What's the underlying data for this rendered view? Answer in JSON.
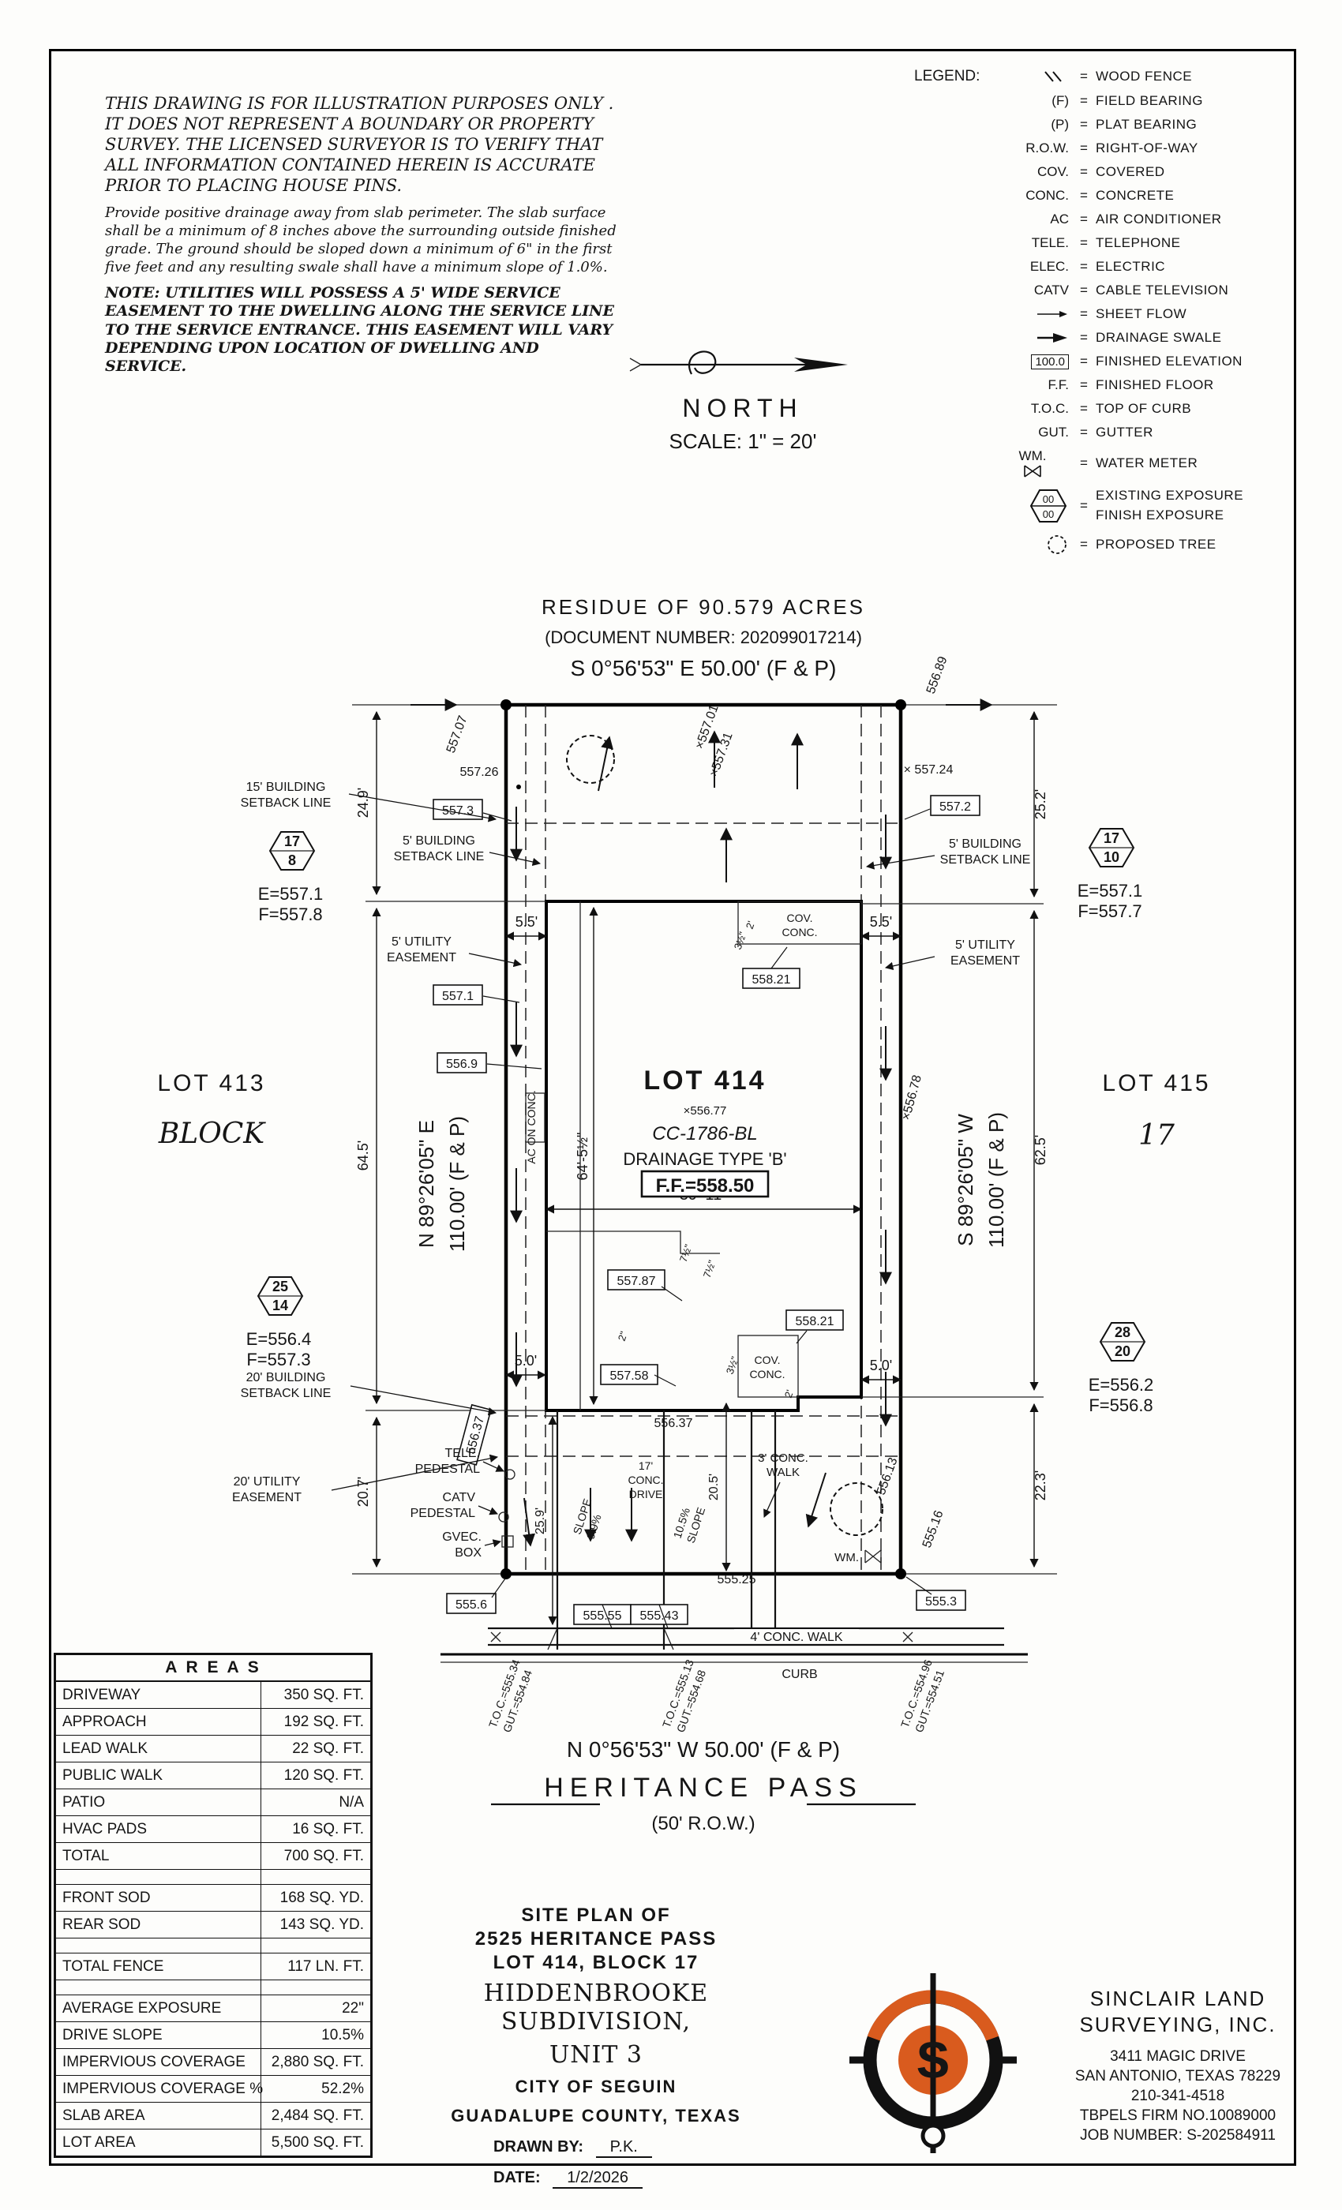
{
  "colors": {
    "orange": "#D95B1E",
    "ink": "#111111"
  },
  "disclaimer": {
    "para1": "THIS DRAWING IS FOR ILLUSTRATION PURPOSES ONLY . IT DOES NOT REPRESENT A BOUNDARY OR PROPERTY SURVEY. THE LICENSED SURVEYOR IS TO VERIFY THAT ALL INFORMATION CONTAINED HEREIN IS ACCURATE PRIOR TO PLACING HOUSE PINS.",
    "para2": "Provide positive drainage away from slab perimeter. The slab surface shall be a minimum of 8 inches above the surrounding outside finished grade. The ground should be sloped down a minimum of 6\" in the first five feet and any resulting swale shall have a minimum slope of 1.0%.",
    "para3": "NOTE: UTILITIES WILL POSSESS A 5' WIDE SERVICE EASEMENT TO THE DWELLING ALONG THE SERVICE LINE TO THE SERVICE ENTRANCE. THIS EASEMENT WILL VARY DEPENDING UPON LOCATION OF DWELLING AND SERVICE."
  },
  "legend": {
    "title": "LEGEND:",
    "eq": "=",
    "items": [
      {
        "desc": "WOOD FENCE"
      },
      {
        "abbr": "(F)",
        "desc": "FIELD BEARING"
      },
      {
        "abbr": "(P)",
        "desc": "PLAT BEARING"
      },
      {
        "abbr": "R.O.W.",
        "desc": "RIGHT-OF-WAY"
      },
      {
        "abbr": "COV.",
        "desc": "COVERED"
      },
      {
        "abbr": "CONC.",
        "desc": "CONCRETE"
      },
      {
        "abbr": "AC",
        "desc": "AIR CONDITIONER"
      },
      {
        "abbr": "TELE.",
        "desc": "TELEPHONE"
      },
      {
        "abbr": "ELEC.",
        "desc": "ELECTRIC"
      },
      {
        "abbr": "CATV",
        "desc": "CABLE TELEVISION"
      },
      {
        "desc": "SHEET FLOW"
      },
      {
        "desc": "DRAINAGE SWALE"
      },
      {
        "abbr": "100.0",
        "desc": "FINISHED ELEVATION"
      },
      {
        "abbr": "F.F.",
        "desc": "FINISHED FLOOR"
      },
      {
        "abbr": "T.O.C.",
        "desc": "TOP OF CURB"
      },
      {
        "abbr": "GUT.",
        "desc": "GUTTER"
      },
      {
        "abbr": "WM.",
        "desc": "WATER METER"
      },
      {
        "abbr": "00",
        "abbr2": "00",
        "desc": "EXISTING EXPOSURE",
        "desc2": "FINISH EXPOSURE"
      },
      {
        "desc": "PROPOSED TREE"
      }
    ]
  },
  "north": {
    "label": "NORTH",
    "scale": "SCALE: 1\" = 20'"
  },
  "plan": {
    "residue": "RESIDUE OF 90.579 ACRES",
    "docnum": "(DOCUMENT NUMBER: 202099017214)",
    "bearing_top": "S 0°56'53\" E 50.00' (F & P)",
    "bearing_bottom": "N 0°56'53\" W 50.00' (F & P)",
    "bearing_left1": "N 89°26'05\" E",
    "bearing_left2": "110.00' (F & P)",
    "bearing_right1": "S 89°26'05\" W",
    "bearing_right2": "110.00' (F & P)",
    "street": "HERITANCE PASS",
    "row_label": "(50' R.O.W.)",
    "lot414": "LOT 414",
    "cc": "CC-1786-BL",
    "drainage": "DRAINAGE TYPE 'B'",
    "ff": "F.F.=558.50",
    "lot413": "LOT 413",
    "block_left": "BLOCK",
    "lot415": "LOT 415",
    "block_right": "17",
    "hex1_top": "17",
    "hex1_bot": "8",
    "hex1_e": "E=557.1",
    "hex1_f": "F=557.8",
    "hex2_top": "17",
    "hex2_bot": "10",
    "hex2_e": "E=557.1",
    "hex2_f": "F=557.7",
    "hex3_top": "25",
    "hex3_bot": "14",
    "hex3_e": "E=556.4",
    "hex3_f": "F=557.3",
    "hex4_top": "28",
    "hex4_bot": "20",
    "hex4_e": "E=556.2",
    "hex4_f": "F=556.8",
    "setback15_1": "15' BUILDING",
    "setback15_2": "SETBACK LINE",
    "setback5_1": "5' BUILDING",
    "setback5_2": "SETBACK LINE",
    "easement5_1": "5' UTILITY",
    "easement5_2": "EASEMENT",
    "setback20_1": "20' BUILDING",
    "setback20_2": "SETBACK LINE",
    "easement20_1": "20' UTILITY",
    "easement20_2": "EASEMENT",
    "ac_label": "AC ON CONC.",
    "cov1": "COV.",
    "cov2": "CONC.",
    "tele1": "TELE.",
    "tele2": "PEDESTAL",
    "catv1": "CATV",
    "catv2": "PEDESTAL",
    "gvec1": "GVEC.",
    "gvec2": "BOX",
    "slope_a1": "SLOPE",
    "slope_a2": "9.9%",
    "drive1": "17'",
    "drive2": "CONC.",
    "drive3": "DRIVE",
    "slope_b1": "10.5%",
    "slope_b2": "SLOPE",
    "walk3_1": "3' CONC.",
    "walk3_2": "WALK",
    "walk4": "4' CONC. WALK",
    "curb": "CURB",
    "wm": "WM.",
    "dims": {
      "d24_9": "24.9'",
      "d25_2": "25.2'",
      "d64_5": "64.5'",
      "d62_5": "62.5'",
      "d20_7": "20.7'",
      "d22_3": "22.3'",
      "d5_5": "5.5'",
      "d5_0": "5.0'",
      "d64_5h": "64'-5½\"",
      "d39_11": "39'-11\"",
      "d25_9": "25.9'",
      "d20_5": "20.5'",
      "d7h": "7½\"",
      "d2in": "2\"",
      "d2ft": "2'",
      "d3h": "3½\""
    },
    "spots": {
      "s1": "557.07",
      "s2": "556.89",
      "s3": "557.26",
      "s4": "×557.01",
      "s5": "×557.31",
      "s6": "× 557.24",
      "s7": "×556.77",
      "s8": "×556.78",
      "s9": "556.37",
      "s10": "556.13",
      "s11": "555.16",
      "s12": "555.25"
    },
    "boxed": {
      "b1": "557.3",
      "b2": "557.2",
      "b3": "557.1",
      "b4": "556.9",
      "b5": "558.21",
      "b6": "557.87",
      "b7": "558.21",
      "b8": "557.58",
      "b9": "556.37",
      "b10": "555.6",
      "b11": "555.55",
      "b12": "555.43",
      "b13": "555.3"
    },
    "toc1a": "T.O.C.=555.34",
    "toc1b": "GUT.=554.84",
    "toc2a": "T.O.C.=555.13",
    "toc2b": "GUT.=554.68",
    "toc3a": "T.O.C.=554.96",
    "toc3b": "GUT.=554.51"
  },
  "areas": {
    "title": "A R E A S",
    "rows": [
      {
        "label": "DRIVEWAY",
        "value": "350 SQ. FT."
      },
      {
        "label": "APPROACH",
        "value": "192 SQ. FT."
      },
      {
        "label": "LEAD WALK",
        "value": "22 SQ. FT."
      },
      {
        "label": "PUBLIC WALK",
        "value": "120 SQ. FT."
      },
      {
        "label": "PATIO",
        "value": "N/A"
      },
      {
        "label": "HVAC PADS",
        "value": "16 SQ. FT."
      },
      {
        "label": "TOTAL",
        "value": "700 SQ. FT."
      },
      {
        "label": "",
        "value": ""
      },
      {
        "label": "FRONT SOD",
        "value": "168 SQ. YD."
      },
      {
        "label": "REAR SOD",
        "value": "143 SQ. YD."
      },
      {
        "label": "",
        "value": ""
      },
      {
        "label": "TOTAL FENCE",
        "value": "117 LN. FT."
      },
      {
        "label": "",
        "value": ""
      },
      {
        "label": "AVERAGE EXPOSURE",
        "value": "22\""
      },
      {
        "label": "DRIVE SLOPE",
        "value": "10.5%"
      },
      {
        "label": "IMPERVIOUS COVERAGE",
        "value": "2,880 SQ. FT."
      },
      {
        "label": "IMPERVIOUS COVERAGE %",
        "value": "52.2%"
      },
      {
        "label": "SLAB AREA",
        "value": "2,484 SQ. FT."
      },
      {
        "label": "LOT AREA",
        "value": "5,500 SQ. FT."
      }
    ]
  },
  "titleblock": {
    "line1": "SITE PLAN OF",
    "line2": "2525 HERITANCE PASS",
    "line3": "LOT 414, BLOCK 17",
    "line4": "HIDDENBROOKE SUBDIVISION,",
    "line5": "UNIT 3",
    "line6": "CITY OF SEGUIN",
    "line7": "GUADALUPE COUNTY, TEXAS",
    "drawn_by_label": "DRAWN BY:",
    "drawn_by": "P.K.",
    "date_label": "DATE:",
    "date": "1/2/2026"
  },
  "surveyor": {
    "logo_letter": "S",
    "name1": "SINCLAIR LAND",
    "name2": "SURVEYING, INC.",
    "addr1": "3411 MAGIC DRIVE",
    "addr2": "SAN ANTONIO, TEXAS 78229",
    "phone": "210-341-4518",
    "firm": "TBPELS FIRM NO.10089000",
    "job": "JOB NUMBER: S-202584911"
  }
}
